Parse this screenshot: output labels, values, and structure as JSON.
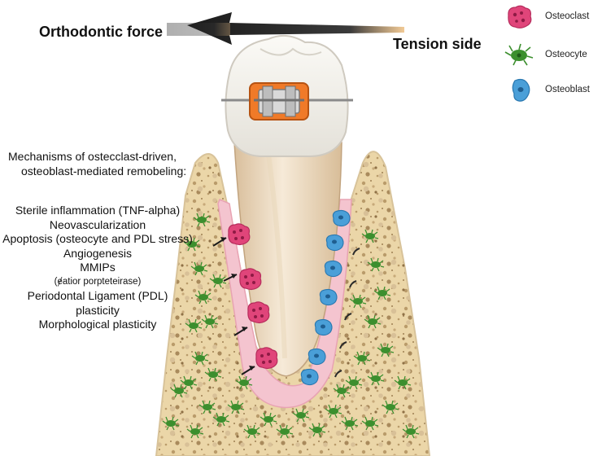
{
  "force_label": "Orthodontic force",
  "tension_label": "Tension side",
  "legend": [
    {
      "label": "Osteoclast",
      "color": "#e0457a",
      "icon": "osteoclast-icon"
    },
    {
      "label": "Osteocyte",
      "color": "#3c8f2e",
      "icon": "osteocyte-icon"
    },
    {
      "label": "Osteoblast",
      "color": "#4a9fd8",
      "icon": "osteoblast-icon"
    }
  ],
  "mechanisms": {
    "title_line1": "Mechanisms of ostecclast-driven,",
    "title_line2": "osteoblast-mediated remobeling:",
    "items": [
      "Sterile inflammation (TNF-alpha)",
      "Neovascularization",
      "Apoptosis (osteocyte and PDL stress)",
      "Angiogenesis",
      "MMIPs",
      "(ɇatior porpteteirase)",
      "Periodontal Ligament (PDL)",
      "plasticity",
      "Morphological plasticity"
    ]
  },
  "colors": {
    "bone": "#ecd9ad",
    "pdl": "#f4c4cf",
    "enamel": "#f5f3ee",
    "bracket": "#f07a28",
    "arrow": "#1a1a1a"
  }
}
